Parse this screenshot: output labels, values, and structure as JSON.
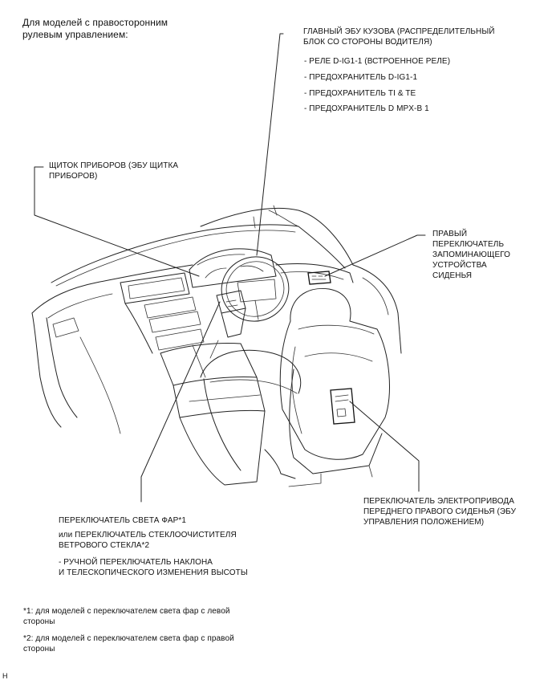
{
  "heading": "Для моделей с правосторонним\nрулевым управлением:",
  "labels": {
    "body_ecu_title": "ГЛАВНЫЙ ЭБУ КУЗОВА (РАСПРЕДЕЛИТЕЛЬНЫЙ\nБЛОК СО СТОРОНЫ ВОДИТЕЛЯ)",
    "body_ecu_items": [
      "- РЕЛЕ D-IG1-1 (ВСТРОЕННОЕ РЕЛЕ)",
      "- ПРЕДОХРАНИТЕЛЬ D-IG1-1",
      "- ПРЕДОХРАНИТЕЛЬ TI & TE",
      "- ПРЕДОХРАНИТЕЛЬ D MPX-B 1"
    ],
    "meter": "ЩИТОК ПРИБОРОВ (ЭБУ ЩИТКА\nПРИБОРОВ)",
    "memory_switch": "ПРАВЫЙ\nПЕРЕКЛЮЧАТЕЛЬ\nЗАПОМИНАЮЩЕГО\nУСТРОЙСТВА\nСИДЕНЬЯ",
    "power_seat": "ПЕРЕКЛЮЧАТЕЛЬ ЭЛЕКТРОПРИВОДА\nПЕРЕДНЕГО ПРАВОГО СИДЕНЬЯ (ЭБУ\nУПРАВЛЕНИЯ  ПОЛОЖЕНИЕМ)",
    "headlight_1": "ПЕРЕКЛЮЧАТЕЛЬ СВЕТА ФАР*1",
    "headlight_2": "или ПЕРЕКЛЮЧАТЕЛЬ СТЕКЛООЧИСТИТЕЛЯ\nВЕТРОВОГО СТЕКЛА*2",
    "headlight_3": "- РУЧНОЙ ПЕРЕКЛЮЧАТЕЛЬ НАКЛОНА\nИ ТЕЛЕСКОПИЧЕСКОГО ИЗМЕНЕНИЯ ВЫСОТЫ"
  },
  "footnotes": {
    "note1": "*1: для моделей с переключателем света фар с левой\nстороны",
    "note2": "*2: для моделей с переключателем света фар с правой\nстороны"
  },
  "corner_mark": "H"
}
